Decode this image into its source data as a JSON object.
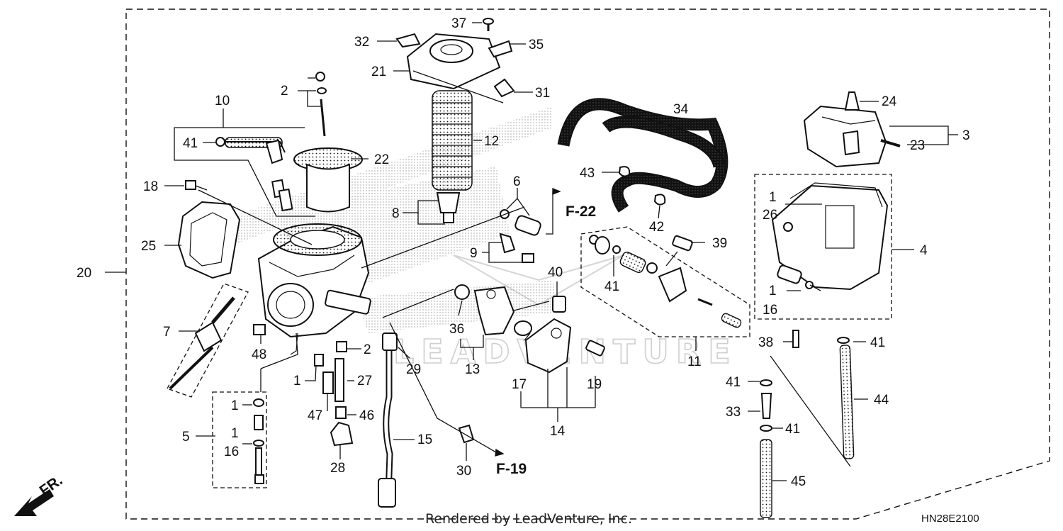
{
  "diagram": {
    "watermark": "LEADVENTURE",
    "footer_text": "Rendered by LeadVenture, Inc.",
    "diagram_code": "HN28E2100",
    "direction_label": "FR.",
    "refs": {
      "f22": "F-22",
      "f19a": "F-19"
    },
    "callouts": {
      "c1a": "1",
      "c1b": "1",
      "c1c": "1",
      "c1d": "1",
      "c1e": "1",
      "c2a": "2",
      "c2b": "2",
      "c3": "3",
      "c4": "4",
      "c5": "5",
      "c6": "6",
      "c7": "7",
      "c8": "8",
      "c9": "9",
      "c10": "10",
      "c11": "11",
      "c12": "12",
      "c13": "13",
      "c14": "14",
      "c15": "15",
      "c16a": "16",
      "c16b": "16",
      "c17": "17",
      "c18": "18",
      "c19": "19",
      "c20": "20",
      "c21": "21",
      "c22": "22",
      "c23": "23",
      "c24": "24",
      "c25": "25",
      "c26": "26",
      "c27": "27",
      "c28": "28",
      "c29": "29",
      "c30": "30",
      "c31": "31",
      "c32": "32",
      "c33": "33",
      "c34": "34",
      "c35": "35",
      "c36": "36",
      "c37": "37",
      "c38": "38",
      "c39": "39",
      "c40": "40",
      "c41a": "41",
      "c41b": "41",
      "c41c": "41",
      "c41d": "41",
      "c41e": "41",
      "c42": "42",
      "c43": "43",
      "c44": "44",
      "c45": "45",
      "c46": "46",
      "c47": "47",
      "c48": "48"
    }
  }
}
